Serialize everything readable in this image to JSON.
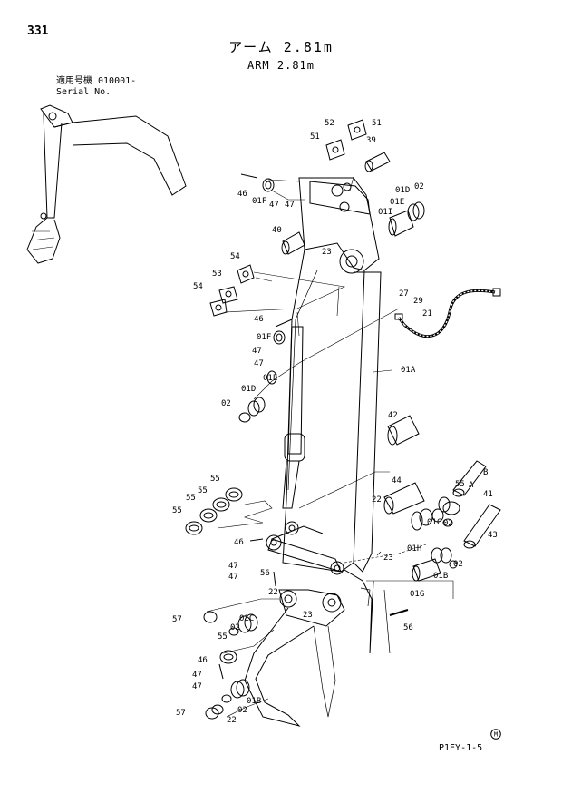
{
  "header": {
    "page_number": "331",
    "title_jp": "アーム 2.81m",
    "title_en": "ARM 2.81m",
    "serial_jp": "適用号機 010001-",
    "serial_en": "Serial No."
  },
  "footer": {
    "code": "P1EY-1-5",
    "mark": "M"
  },
  "callouts": [
    {
      "id": "c52",
      "label": "52"
    },
    {
      "id": "c51a",
      "label": "51"
    },
    {
      "id": "c51b",
      "label": "51"
    },
    {
      "id": "c39",
      "label": "39"
    },
    {
      "id": "c46a",
      "label": "46"
    },
    {
      "id": "c01Fa",
      "label": "01F"
    },
    {
      "id": "c47a",
      "label": "47"
    },
    {
      "id": "c47b",
      "label": "47"
    },
    {
      "id": "c01D",
      "label": "01D"
    },
    {
      "id": "c02a",
      "label": "02"
    },
    {
      "id": "c01Ea",
      "label": "01E"
    },
    {
      "id": "c01I",
      "label": "01I"
    },
    {
      "id": "c40",
      "label": "40"
    },
    {
      "id": "c23a",
      "label": "23"
    },
    {
      "id": "c54a",
      "label": "54"
    },
    {
      "id": "c53",
      "label": "53"
    },
    {
      "id": "c54b",
      "label": "54"
    },
    {
      "id": "c27",
      "label": "27"
    },
    {
      "id": "c29",
      "label": "29"
    },
    {
      "id": "c21",
      "label": "21"
    },
    {
      "id": "c46b",
      "label": "46"
    },
    {
      "id": "c01Fb",
      "label": "01F"
    },
    {
      "id": "c47c",
      "label": "47"
    },
    {
      "id": "c47d",
      "label": "47"
    },
    {
      "id": "c01Eb",
      "label": "01E"
    },
    {
      "id": "c01Db",
      "label": "01D"
    },
    {
      "id": "c02b",
      "label": "02"
    },
    {
      "id": "c01A",
      "label": "01A"
    },
    {
      "id": "c42",
      "label": "42"
    },
    {
      "id": "cB",
      "label": "B"
    },
    {
      "id": "cA",
      "label": "A"
    },
    {
      "id": "c41",
      "label": "41"
    },
    {
      "id": "c44",
      "label": "44"
    },
    {
      "id": "c55a",
      "label": "55"
    },
    {
      "id": "c55b",
      "label": "55"
    },
    {
      "id": "c55c",
      "label": "55"
    },
    {
      "id": "c55d",
      "label": "55"
    },
    {
      "id": "c55e",
      "label": "55"
    },
    {
      "id": "c22a",
      "label": "22"
    },
    {
      "id": "c01Ca",
      "label": "01C"
    },
    {
      "id": "c02c",
      "label": "02"
    },
    {
      "id": "c43",
      "label": "43"
    },
    {
      "id": "c46c",
      "label": "46"
    },
    {
      "id": "c01H",
      "label": "01H"
    },
    {
      "id": "c23b",
      "label": "23"
    },
    {
      "id": "c47e",
      "label": "47"
    },
    {
      "id": "c47f",
      "label": "47"
    },
    {
      "id": "c56a",
      "label": "56"
    },
    {
      "id": "c01B",
      "label": "01B"
    },
    {
      "id": "c02d",
      "label": "02"
    },
    {
      "id": "c22b",
      "label": "22"
    },
    {
      "id": "c01G",
      "label": "01G"
    },
    {
      "id": "c57a",
      "label": "57"
    },
    {
      "id": "c01Cb",
      "label": "01C"
    },
    {
      "id": "c23c",
      "label": "23"
    },
    {
      "id": "c02e",
      "label": "02"
    },
    {
      "id": "c56b",
      "label": "56"
    },
    {
      "id": "c55f",
      "label": "55"
    },
    {
      "id": "c46d",
      "label": "46"
    },
    {
      "id": "c47g",
      "label": "47"
    },
    {
      "id": "c47h",
      "label": "47"
    },
    {
      "id": "c01Bb",
      "label": "01B"
    },
    {
      "id": "c02f",
      "label": "02"
    },
    {
      "id": "c57b",
      "label": "57"
    },
    {
      "id": "c22c",
      "label": "22"
    }
  ]
}
